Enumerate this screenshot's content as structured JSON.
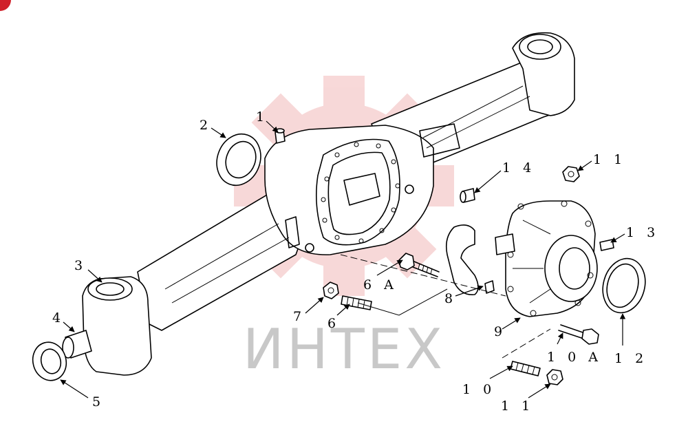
{
  "watermark": {
    "text": "ИНТЕХ",
    "color": "#f2b9b9"
  },
  "callouts": [
    {
      "id": "1",
      "label": "1"
    },
    {
      "id": "2",
      "label": "2"
    },
    {
      "id": "3",
      "label": "3"
    },
    {
      "id": "4",
      "label": "4"
    },
    {
      "id": "5",
      "label": "5"
    },
    {
      "id": "6",
      "label": "6"
    },
    {
      "id": "6A",
      "label": "6 A"
    },
    {
      "id": "7",
      "label": "7"
    },
    {
      "id": "8",
      "label": "8"
    },
    {
      "id": "9",
      "label": "9"
    },
    {
      "id": "10",
      "label": "1 0"
    },
    {
      "id": "10A",
      "label": "1 0 A"
    },
    {
      "id": "11a",
      "label": "1 1"
    },
    {
      "id": "11b",
      "label": "1 1"
    },
    {
      "id": "12",
      "label": "1 2"
    },
    {
      "id": "13",
      "label": "1 3"
    },
    {
      "id": "14",
      "label": "1 4"
    }
  ]
}
